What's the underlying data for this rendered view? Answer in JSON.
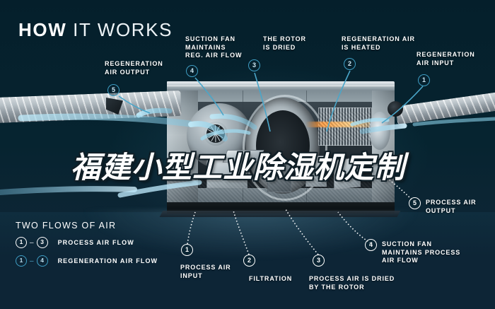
{
  "title": {
    "bold": "HOW",
    "light": "IT WORKS"
  },
  "watermark": {
    "text": "福建小型工业除湿机定制"
  },
  "callouts": [
    {
      "id": "regeneration-air-output",
      "number": "5",
      "label": "REGENERATION\nAIR OUTPUT",
      "style": "blue"
    },
    {
      "id": "suction-fan-reg",
      "number": "4",
      "label": "SUCTION FAN\nMAINTAINS\nREG. AIR FLOW",
      "style": "blue"
    },
    {
      "id": "rotor-dried",
      "number": "3",
      "label": "THE ROTOR\nIS DRIED",
      "style": "blue"
    },
    {
      "id": "regeneration-air-heated",
      "number": "2",
      "label": "REGENERATION AIR\nIS HEATED",
      "style": "blue"
    },
    {
      "id": "regeneration-air-input",
      "number": "1",
      "label": "REGENERATION\nAIR INPUT",
      "style": "blue"
    },
    {
      "id": "process-air-output",
      "number": "5",
      "label": "PROCESS AIR\nOUTPUT",
      "style": "white"
    },
    {
      "id": "suction-fan-process",
      "number": "4",
      "label": "SUCTION FAN\nMAINTAINS PROCESS\nAIR FLOW",
      "style": "white"
    },
    {
      "id": "process-air-input",
      "number": "1",
      "label": "PROCESS AIR\nINPUT",
      "style": "white"
    },
    {
      "id": "filtration",
      "number": "2",
      "label": "FILTRATION",
      "style": "white"
    },
    {
      "id": "process-air-dried",
      "number": "3",
      "label": "PROCESS AIR IS DRIED\nBY THE ROTOR",
      "style": "white"
    }
  ],
  "label_texts": {
    "regeneration_air_output_l1": "REGENERATION",
    "regeneration_air_output_l2": "AIR OUTPUT",
    "suction_fan_reg_l1": "SUCTION FAN",
    "suction_fan_reg_l2": "MAINTAINS",
    "suction_fan_reg_l3": "REG. AIR FLOW",
    "rotor_dried_l1": "THE ROTOR",
    "rotor_dried_l2": "IS DRIED",
    "reg_air_heated_l1": "REGENERATION AIR",
    "reg_air_heated_l2": "IS HEATED",
    "reg_air_input_l1": "REGENERATION",
    "reg_air_input_l2": "AIR INPUT",
    "process_air_output_l1": "PROCESS AIR",
    "process_air_output_l2": "OUTPUT",
    "suction_fan_process_l1": "SUCTION FAN",
    "suction_fan_process_l2": "MAINTAINS PROCESS",
    "suction_fan_process_l3": "AIR FLOW",
    "process_air_input_l1": "PROCESS AIR",
    "process_air_input_l2": "INPUT",
    "filtration_l1": "FILTRATION",
    "process_air_dried_l1": "PROCESS AIR IS DRIED",
    "process_air_dried_l2": "BY THE ROTOR"
  },
  "badge_numbers": {
    "b5_reg": "5",
    "b4_reg": "4",
    "b3_reg": "3",
    "b2_reg": "2",
    "b1_reg": "1",
    "b5_proc": "5",
    "b4_proc": "4",
    "b1_proc": "1",
    "b2_proc": "2",
    "b3_proc": "3"
  },
  "legend": {
    "title": "TWO FLOWS OF AIR",
    "rows": [
      {
        "from": "1",
        "to": "3",
        "dash": "–",
        "text": "PROCESS AIR FLOW",
        "style": "white"
      },
      {
        "from": "1",
        "to": "4",
        "dash": "–",
        "text": "REGENERATION AIR FLOW",
        "style": "blue"
      }
    ],
    "row1_from": "1",
    "row1_to": "3",
    "row1_dash": "–",
    "row1_text": "PROCESS AIR FLOW",
    "row2_from": "1",
    "row2_to": "4",
    "row2_dash": "–",
    "row2_text": "REGENERATION AIR FLOW"
  },
  "colors": {
    "background_top": "#06222e",
    "background_bottom": "#0d2536",
    "accent_blue": "#3f9ec4",
    "flow_blue": "#8fd3ec",
    "flow_heat": "#ff9a3c",
    "text_white": "#ffffff"
  }
}
